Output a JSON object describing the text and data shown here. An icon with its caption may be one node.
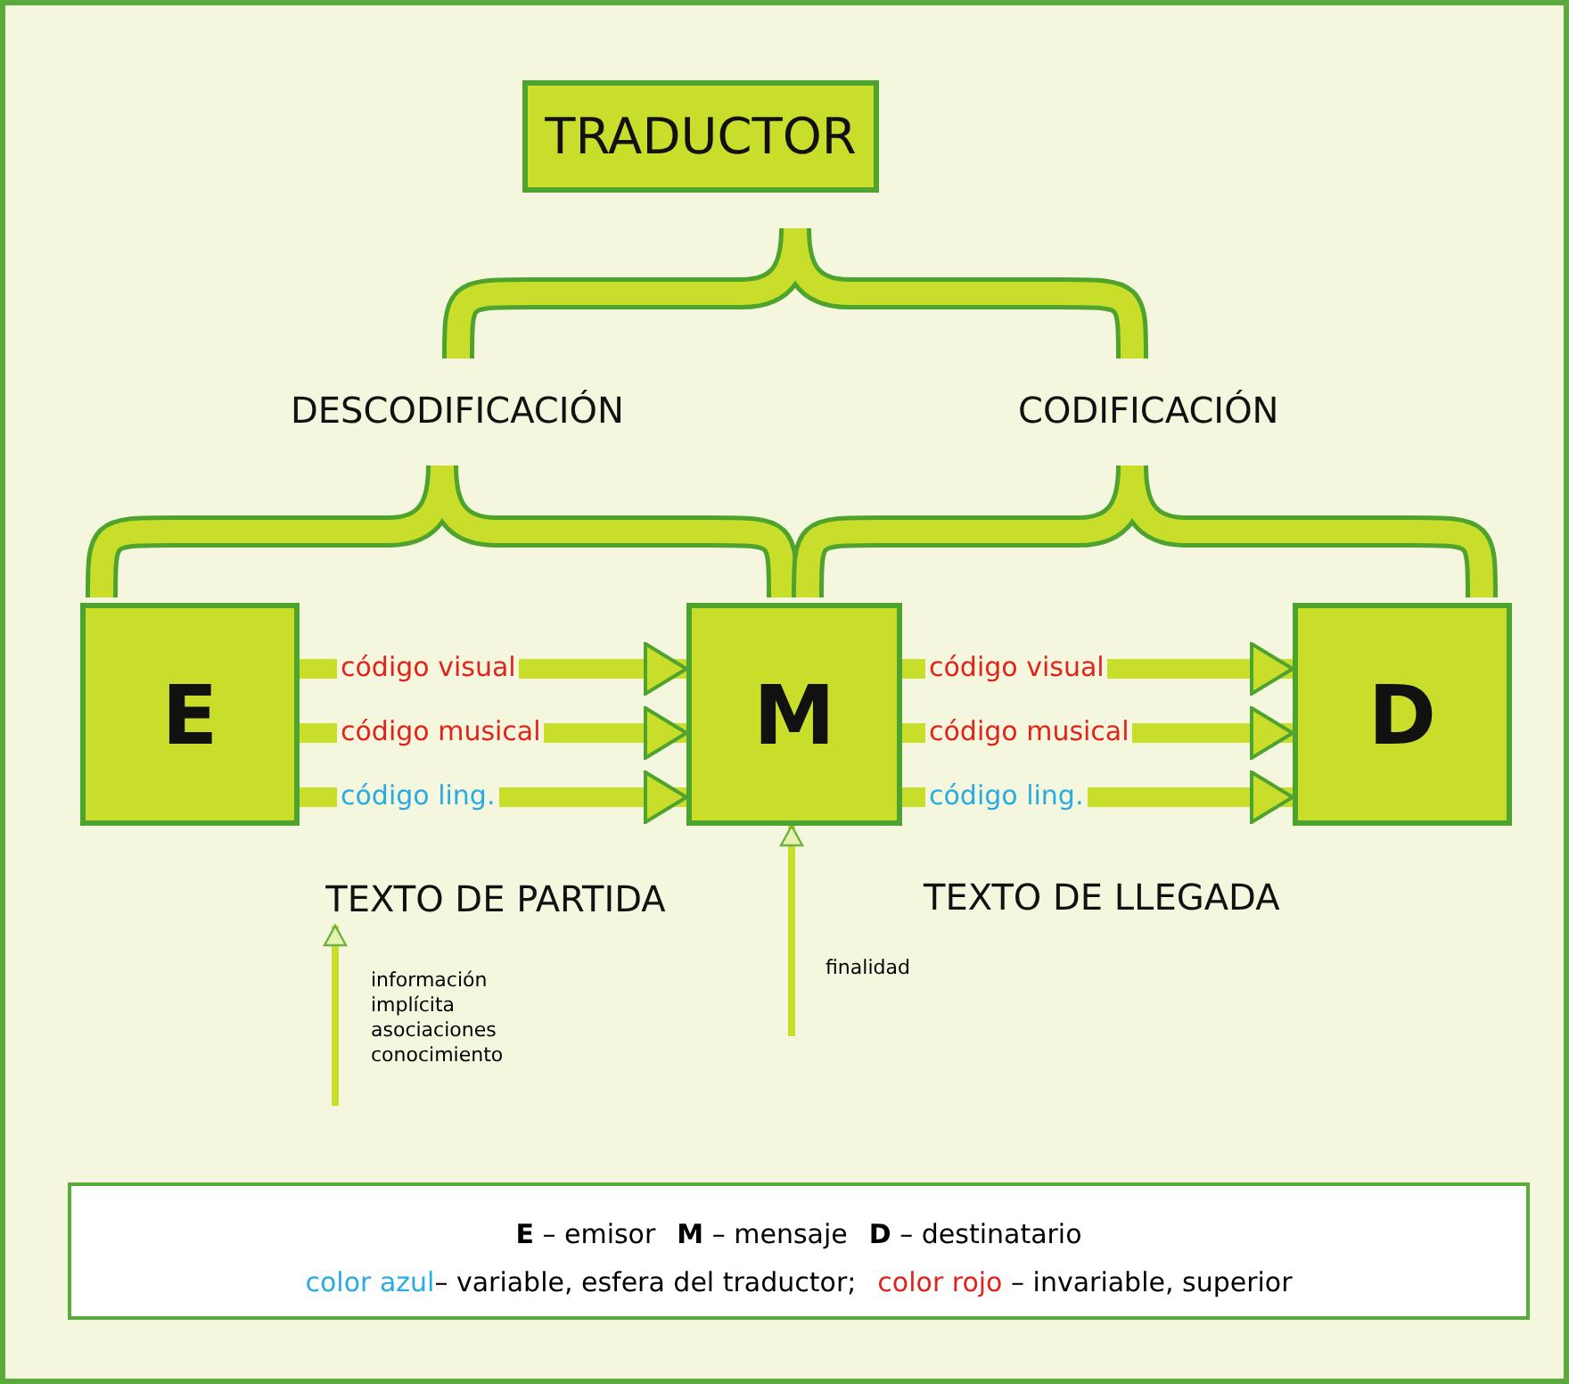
{
  "diagram": {
    "nodes": [
      {
        "text": [
          "TRADUCTOR"
        ]
      },
      {
        "text": [
          "E"
        ]
      },
      {
        "text": [
          "M"
        ]
      },
      {
        "text": [
          "D"
        ]
      },
      {
        "text": [
          "TEXTO DE PARTIDA"
        ]
      }
    ],
    "edges": [
      {
        "from": 1,
        "to": 2,
        "arrow": "to",
        "label": "código visual"
      },
      {
        "from": 1,
        "to": 2,
        "arrow": "to",
        "label": "código musical"
      },
      {
        "from": 1,
        "to": 2,
        "arrow": "to",
        "label": "código ling."
      },
      {
        "from": 2,
        "to": 3,
        "arrow": "to",
        "label": "código visual"
      },
      {
        "from": 2,
        "to": 3,
        "arrow": "to",
        "label": "código musical"
      },
      {
        "from": 2,
        "to": 3,
        "arrow": "to",
        "label": "código ling."
      },
      {
        "from": null,
        "to": 4,
        "arrow": "to",
        "label": "información implícita asociaciones conocimiento"
      },
      {
        "from": null,
        "to": 2,
        "arrow": "to",
        "label": "finalidad"
      }
    ],
    "labels": [
      "DESCODIFICACIÓN",
      "CODIFICACIÓN",
      "TEXTO DE LLEGADA"
    ],
    "legend": [
      {
        "text": "**E** – emisor"
      },
      {
        "text": "**M** – mensaje"
      },
      {
        "text": "**D** – destinatario"
      },
      {
        "text": "color azul– variable, esfera del traductor;",
        "color": "#29abe2"
      },
      {
        "text": "color rojo – invariable, superior",
        "color": "#e2231a"
      }
    ]
  }
}
